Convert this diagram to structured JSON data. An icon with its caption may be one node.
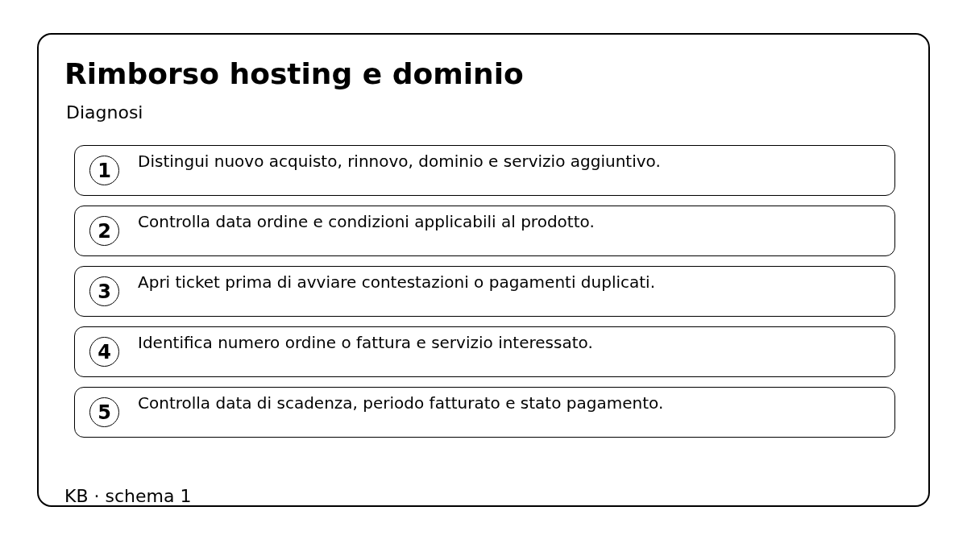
{
  "diagram": {
    "nodes": [
      {
        "text": [
          "Rimborso hosting e dominio",
          "Diagnosi",
          "KB · schema 1"
        ]
      },
      {
        "text": [
          "Distingui nuovo acquisto, rinnovo, dominio e servizio aggiuntivo."
        ],
        "in": 0
      },
      {
        "text": [
          "1"
        ],
        "in": 1
      },
      {
        "text": [
          "Controlla data ordine e condizioni applicabili al prodotto."
        ],
        "in": 0
      },
      {
        "text": [
          "2"
        ],
        "in": 3
      },
      {
        "text": [
          "Apri ticket prima di avviare contestazioni o pagamenti duplicati."
        ],
        "in": 0
      },
      {
        "text": [
          "3"
        ],
        "in": 5
      },
      {
        "text": [
          "Identifica numero ordine o fattura e servizio interessato."
        ],
        "in": 0
      },
      {
        "text": [
          "4"
        ],
        "in": 7
      },
      {
        "text": [
          "Controlla data di scadenza, periodo fatturato e stato pagamento."
        ],
        "in": 0
      },
      {
        "text": [
          "5"
        ],
        "in": 9
      }
    ],
    "edges": []
  }
}
